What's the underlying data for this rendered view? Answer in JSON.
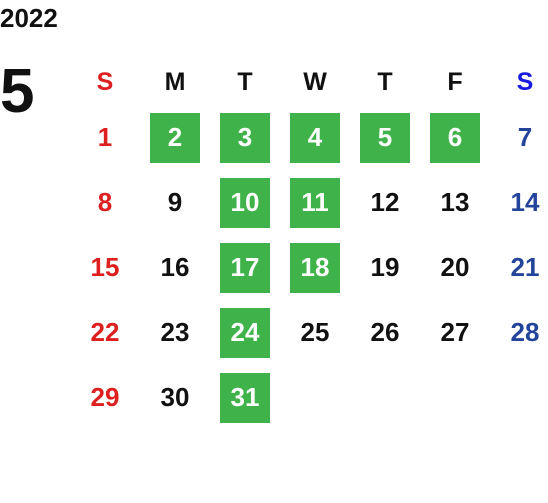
{
  "calendar": {
    "year": "2022",
    "month": "5",
    "weekdays": [
      "S",
      "M",
      "T",
      "W",
      "T",
      "F",
      "S"
    ],
    "weeks": [
      [
        {
          "d": "1",
          "hl": false
        },
        {
          "d": "2",
          "hl": true
        },
        {
          "d": "3",
          "hl": true
        },
        {
          "d": "4",
          "hl": true
        },
        {
          "d": "5",
          "hl": true
        },
        {
          "d": "6",
          "hl": true
        },
        {
          "d": "7",
          "hl": false
        }
      ],
      [
        {
          "d": "8",
          "hl": false
        },
        {
          "d": "9",
          "hl": false
        },
        {
          "d": "10",
          "hl": true
        },
        {
          "d": "11",
          "hl": true
        },
        {
          "d": "12",
          "hl": false
        },
        {
          "d": "13",
          "hl": false
        },
        {
          "d": "14",
          "hl": false
        }
      ],
      [
        {
          "d": "15",
          "hl": false
        },
        {
          "d": "16",
          "hl": false
        },
        {
          "d": "17",
          "hl": true
        },
        {
          "d": "18",
          "hl": true
        },
        {
          "d": "19",
          "hl": false
        },
        {
          "d": "20",
          "hl": false
        },
        {
          "d": "21",
          "hl": false
        }
      ],
      [
        {
          "d": "22",
          "hl": false
        },
        {
          "d": "23",
          "hl": false
        },
        {
          "d": "24",
          "hl": true
        },
        {
          "d": "25",
          "hl": false
        },
        {
          "d": "26",
          "hl": false
        },
        {
          "d": "27",
          "hl": false
        },
        {
          "d": "28",
          "hl": false
        }
      ],
      [
        {
          "d": "29",
          "hl": false
        },
        {
          "d": "30",
          "hl": false
        },
        {
          "d": "31",
          "hl": true
        },
        {
          "d": "",
          "hl": false
        },
        {
          "d": "",
          "hl": false
        },
        {
          "d": "",
          "hl": false
        },
        {
          "d": "",
          "hl": false
        }
      ]
    ]
  },
  "colors": {
    "highlight": "#3fb34a",
    "sunday": "#dd1f1f",
    "saturday_header": "#1a1ae0",
    "saturday": "#23449b",
    "text": "#111111"
  }
}
